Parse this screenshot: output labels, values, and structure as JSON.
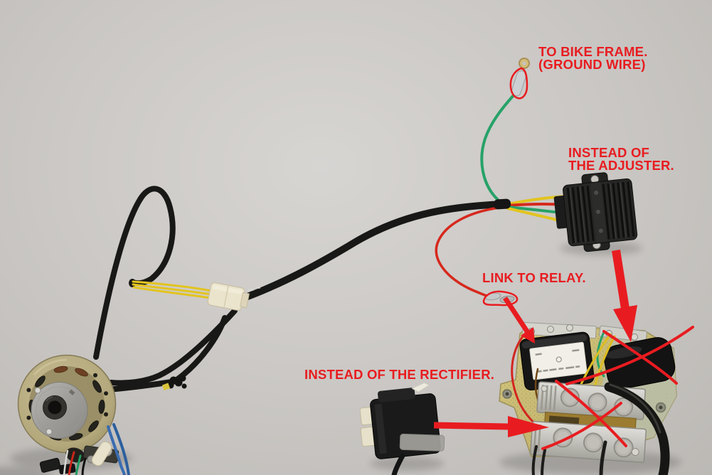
{
  "scene": {
    "description": "Photograph of a motorcycle magneto stator, wiring harness, regulator-rectifier and stock relay plate on a grey surface, annotated with red instructional text, arrows and cross-out marks",
    "background_color": "#cbc8c5",
    "annotation_color": "#e81c20"
  },
  "labels": {
    "ground": {
      "line1": "TO BIKE FRAME.",
      "line2": "(GROUND WIRE)"
    },
    "adjuster": {
      "line1": "INSTEAD OF",
      "line2": "THE ADJUSTER."
    },
    "relay": {
      "text": "LINK TO RELAY."
    },
    "rectifier": {
      "text": "INSTEAD OF THE RECTIFIER."
    }
  },
  "components": [
    {
      "id": "stator",
      "name": "magneto-flywheel-stator",
      "color": "#b3a87c"
    },
    {
      "id": "harness",
      "name": "black-wiring-harness",
      "color": "#181816"
    },
    {
      "id": "connector",
      "name": "inline-bullet-connector",
      "color": "#ebe4cd"
    },
    {
      "id": "regulator",
      "name": "regulator-rectifier-heatsink",
      "color": "#262624"
    },
    {
      "id": "ground_terminal",
      "name": "ring-terminal-ground-wire",
      "color": "#ccd0d2"
    },
    {
      "id": "link_terminal",
      "name": "bullet-terminal-relay-link",
      "color": "#c6c9ca"
    },
    {
      "id": "relay_assembly",
      "name": "stock-relay-rectifier-plate",
      "color": "#c5b76f"
    },
    {
      "id": "cdi_relay",
      "name": "replacement-relay-unit",
      "color": "#1a1a1a"
    }
  ],
  "annotation_marks": [
    "arrow-to-relay",
    "arrow-to-adjuster-position",
    "arrow-to-rectifier-position",
    "cross-out-adjuster",
    "cross-out-rectifier",
    "circle-ground-terminal",
    "circle-link-terminal"
  ],
  "wire_colors": {
    "yellow": "#e2c41f",
    "green": "#27a268",
    "red": "#d6291d",
    "blue": "#2c5f9e",
    "brown": "#6f4616",
    "black": "#181816"
  }
}
